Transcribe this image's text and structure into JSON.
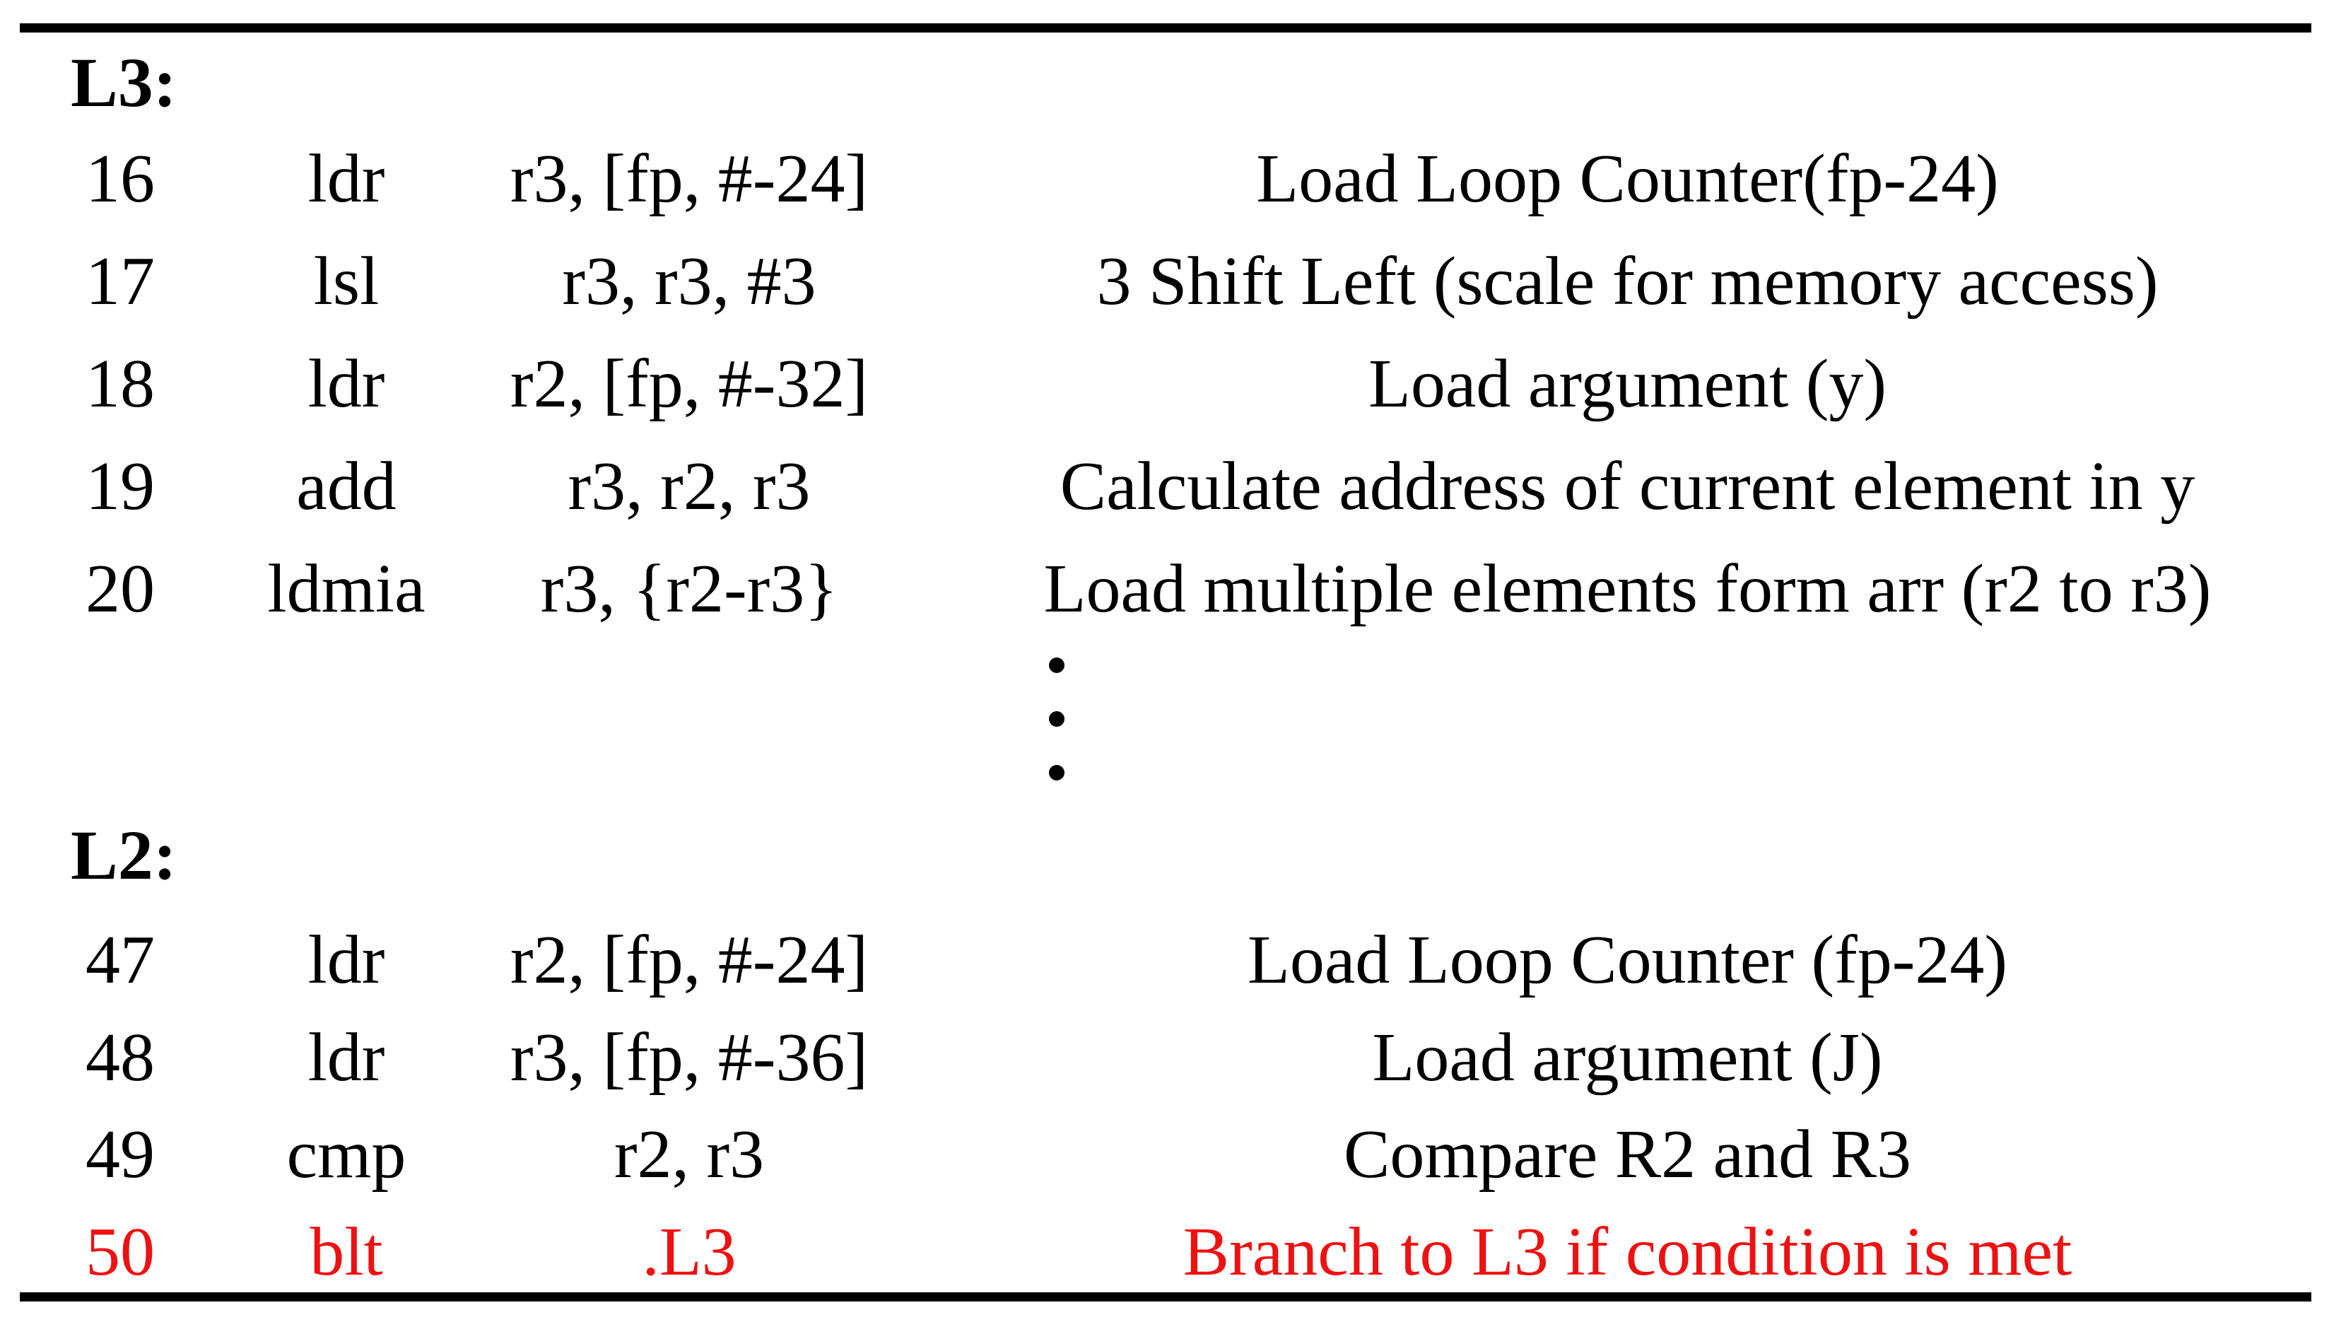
{
  "colors": {
    "background": "#ffffff",
    "text": "#000000",
    "rule": "#000000",
    "highlight_red": "#ee1111"
  },
  "listing": {
    "ellipsis": "⋮",
    "sections": [
      {
        "label": "L3:",
        "rows": [
          {
            "line": "16",
            "mnemonic": "ldr",
            "operands": "r3, [fp, #-24]",
            "comment": "Load Loop Counter(fp-24)"
          },
          {
            "line": "17",
            "mnemonic": "lsl",
            "operands": "r3, r3, #3",
            "comment": "3 Shift Left (scale for memory access)"
          },
          {
            "line": "18",
            "mnemonic": "ldr",
            "operands": "r2, [fp, #-32]",
            "comment": "Load argument (y)"
          },
          {
            "line": "19",
            "mnemonic": "add",
            "operands": "r3, r2, r3",
            "comment": "Calculate address of current element in y"
          },
          {
            "line": "20",
            "mnemonic": "ldmia",
            "operands": "r3, {r2-r3}",
            "comment": "Load multiple elements form arr (r2 to r3)"
          }
        ]
      },
      {
        "label": "L2:",
        "rows": [
          {
            "line": "47",
            "mnemonic": "ldr",
            "operands": "r2, [fp, #-24]",
            "comment": "Load Loop Counter (fp-24)"
          },
          {
            "line": "48",
            "mnemonic": "ldr",
            "operands": "r3, [fp, #-36]",
            "comment": "Load argument (J)"
          },
          {
            "line": "49",
            "mnemonic": "cmp",
            "operands": "r2, r3",
            "comment": "Compare R2 and R3"
          },
          {
            "line": "50",
            "mnemonic": "blt",
            "operands": ".L3",
            "comment": "Branch to L3 if condition is met",
            "highlighted": true
          }
        ]
      }
    ]
  }
}
